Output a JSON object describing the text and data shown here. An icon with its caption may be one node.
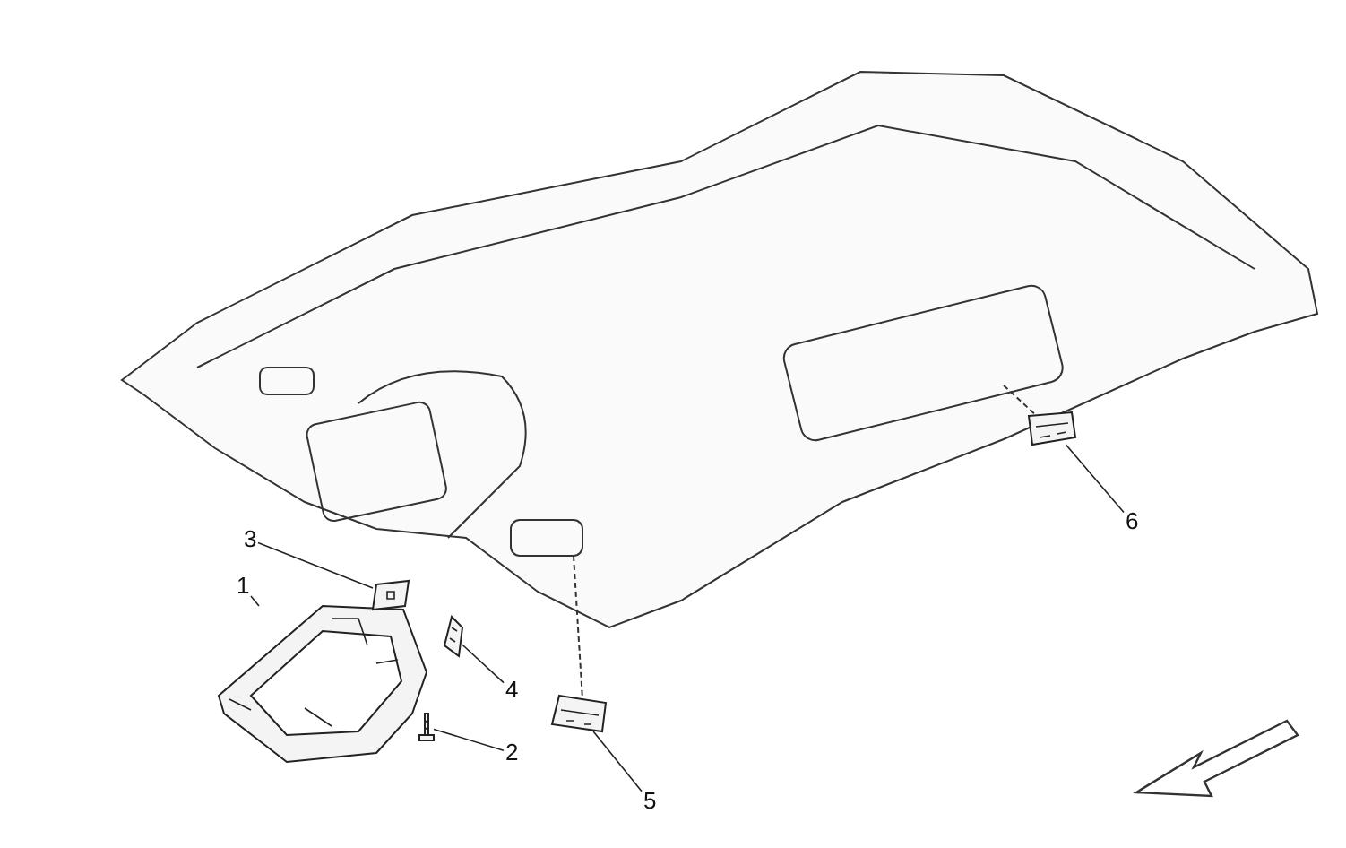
{
  "diagram": {
    "nodes": [
      {
        "text": [
          "1"
        ]
      },
      {
        "text": [
          "2"
        ]
      },
      {
        "text": [
          "3"
        ]
      },
      {
        "text": [
          "4"
        ]
      },
      {
        "text": [
          "5"
        ]
      },
      {
        "text": [
          "6"
        ]
      },
      {
        "text": [],
        "shape": "picture"
      },
      {
        "text": [],
        "shape": "picture"
      },
      {
        "text": [],
        "shape": "picture"
      },
      {
        "text": [],
        "shape": "picture"
      },
      {
        "text": [],
        "shape": "picture"
      },
      {
        "text": [],
        "shape": "picture"
      }
    ],
    "edges": [
      {
        "from": 0,
        "to": 6,
        "arrow": "none"
      },
      {
        "from": 1,
        "to": 7,
        "arrow": "none"
      },
      {
        "from": 2,
        "to": 8,
        "arrow": "none"
      },
      {
        "from": 3,
        "to": 9,
        "arrow": "none"
      },
      {
        "from": 4,
        "to": 10,
        "arrow": "none"
      },
      {
        "from": 5,
        "to": 11,
        "arrow": "none"
      }
    ]
  }
}
